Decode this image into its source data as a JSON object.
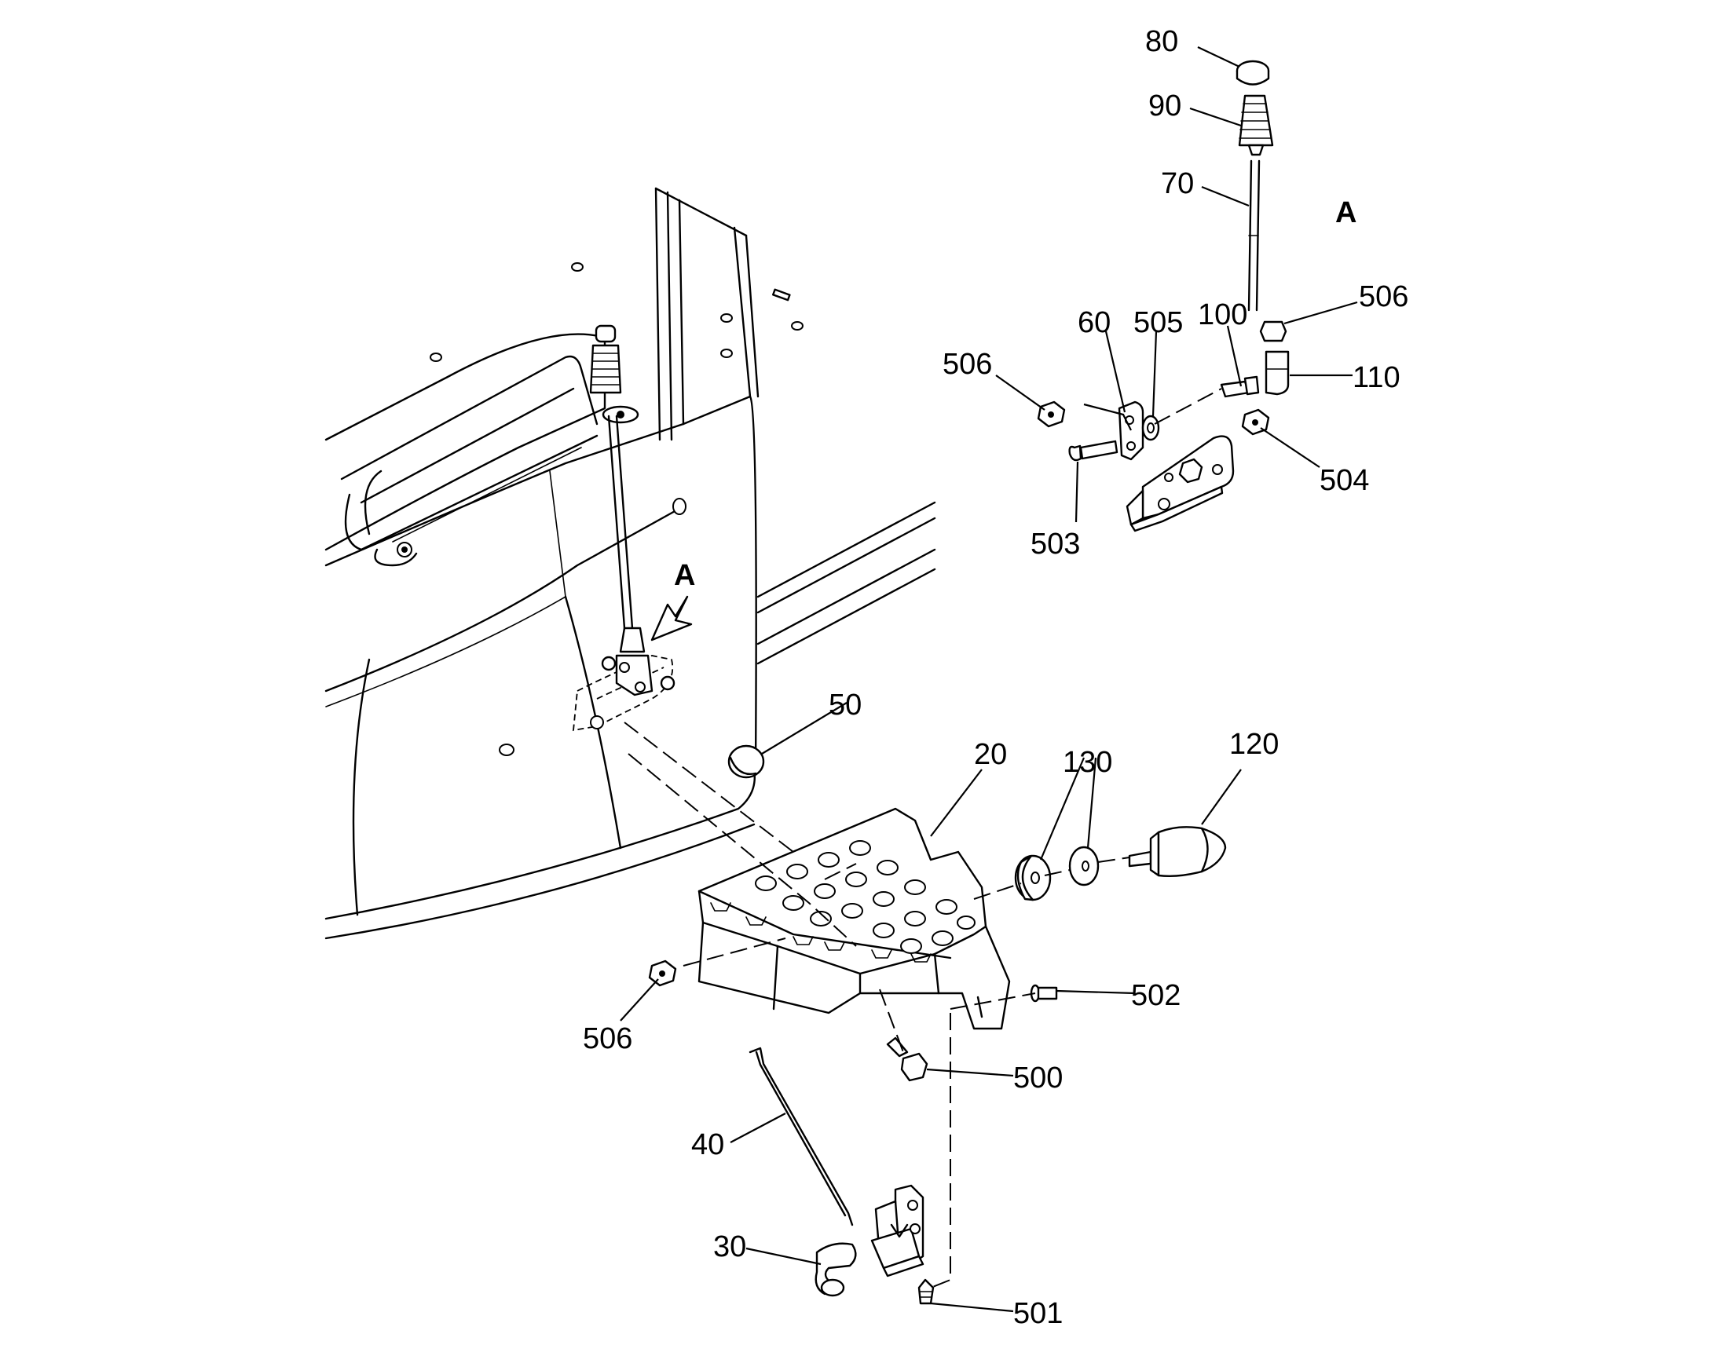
{
  "view_marker": "A",
  "callouts": {
    "c80": "80",
    "c90": "90",
    "c70": "70",
    "c506_top": "506",
    "c110": "110",
    "c100": "100",
    "c505": "505",
    "c60": "60",
    "c506_left": "506",
    "c503": "503",
    "c504": "504",
    "c50": "50",
    "c20": "20",
    "c130": "130",
    "c120": "120",
    "c502": "502",
    "c506_bottom": "506",
    "c500": "500",
    "c40": "40",
    "c30": "30",
    "c501": "501"
  }
}
